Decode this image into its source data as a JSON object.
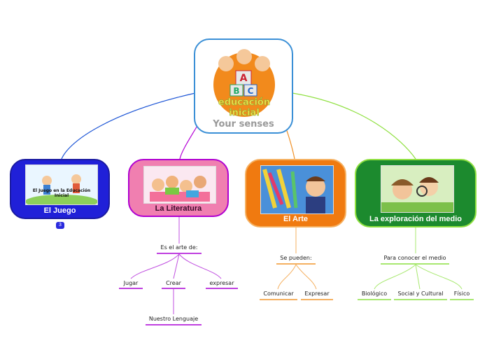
{
  "root": {
    "title": "Your senses",
    "logo_text": {
      "line1": "educación",
      "line2": "inicial",
      "blocks": [
        "A",
        "B",
        "C"
      ]
    }
  },
  "branches": {
    "juego": {
      "title": "El Juego",
      "image_caption": "El Juego en la Educación Inicial",
      "badge": "3",
      "color": "#2020d8"
    },
    "literatura": {
      "title": "La Literatura",
      "color": "#f07fb0",
      "border": "#b000d0",
      "children": {
        "main": "Es el arte de:",
        "items": [
          "Jugar",
          "Crear",
          "expresar"
        ],
        "sub": "Nuestro Lenguaje"
      }
    },
    "arte": {
      "title": "El Arte",
      "color": "#f07a10",
      "children": {
        "main": "Se pueden:",
        "items": [
          "Comunicar",
          "Expresar"
        ]
      }
    },
    "exploracion": {
      "title": "La exploración del medio",
      "color": "#1c8a2e",
      "border": "#8fe040",
      "children": {
        "main": "Para conocer el medio",
        "items": [
          "Biológico",
          "Social y Cultural",
          "Físico"
        ]
      }
    }
  }
}
